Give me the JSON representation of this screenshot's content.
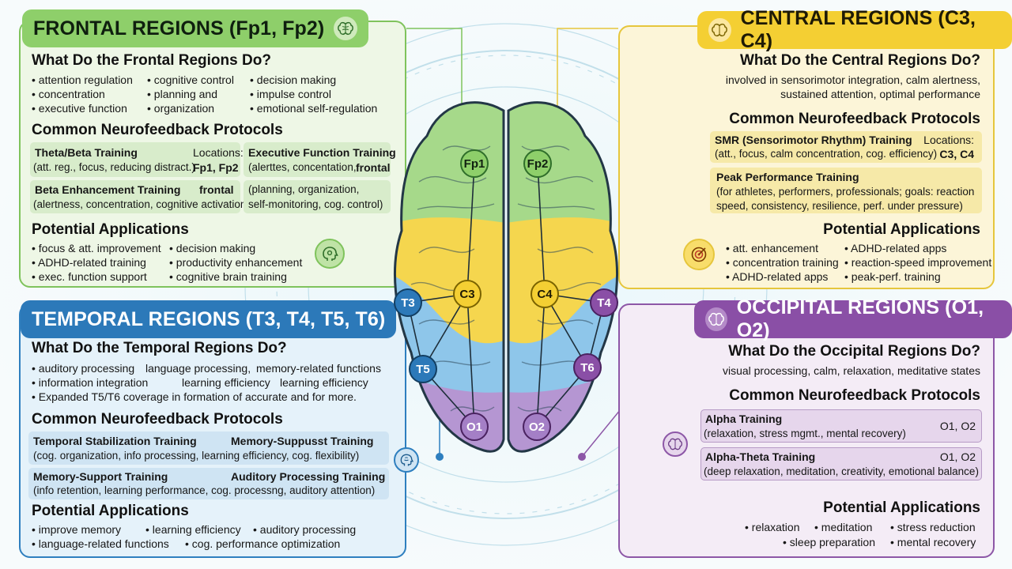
{
  "frontal": {
    "title": "FRONTAL REGIONS (Fp1, Fp2)",
    "q": "What Do the Frontal Regions Do?",
    "functions": [
      "• attention regulation",
      "• cognitive control",
      "• decision making",
      "• concentration",
      "• planning and",
      "• impulse control",
      "• executive function",
      "• organization",
      "• emotional self-regulation"
    ],
    "protocols_heading": "Common Neurofeedback Protocols",
    "p1_name": "Theta/Beta Training",
    "p1_loc_label": "Locations:",
    "p1_desc": "(att. reg., focus, reducing distract.)",
    "p1_loc": "Fp1, Fp2",
    "p2_name": "Executive Function Training",
    "p2_desc_a": "(alerttes, concentation,",
    "p2_desc_b": "frontal",
    "p3_name": "Beta Enhancement Training",
    "p3_loc": "frontal",
    "p3_desc": "(alertness, concentration, cognitive activation)",
    "p4_desc_1": "(planning, organization,",
    "p4_desc_2": "self-monitoring, cog. control)",
    "apps_heading": "Potential Applications",
    "apps": [
      "• focus & att. improvement",
      "• decision making",
      "• ADHD-related training",
      "• productivity enhancement",
      "• exec. function support",
      "• cognitive brain training"
    ]
  },
  "central": {
    "title": "CENTRAL REGIONS (C3, C4)",
    "q": "What Do the Central Regions Do?",
    "desc_1": "involved in sensorimotor integration, calm alertness,",
    "desc_2": "sustained attention, optimal performance",
    "protocols_heading": "Common Neurofeedback Protocols",
    "p1_name": "SMR (Sensorimotor Rhythm) Training",
    "p1_loc_label": "Locations:",
    "p1_desc": "(att., focus, calm concentration, cog. efficiency)",
    "p1_loc": "C3, C4",
    "p2_name": "Peak Performance Training",
    "p2_desc_1": "(for athletes, performers, professionals; goals: reaction",
    "p2_desc_2": "speed, consistency, resilience, perf. under pressure)",
    "apps_heading": "Potential Applications",
    "apps": [
      "• att. enhancement",
      "• ADHD-related apps",
      "• concentration training",
      "• reaction-speed improvement",
      "• ADHD-related apps",
      "• peak-perf. training"
    ]
  },
  "temporal": {
    "title": "TEMPORAL REGIONS (T3, T4, T5, T6)",
    "q": "What Do the Temporal Regions Do?",
    "functions": [
      "• auditory processing",
      "language processing,",
      "memory-related functions",
      "• information integration",
      "learning efficiency",
      "learning efficiency"
    ],
    "note": "• Expanded T5/T6 coverage in formation of accurate and for more.",
    "protocols_heading": "Common Neurofeedback Protocols",
    "p1_name": "Temporal Stabilization Training",
    "p2_name": "Memory-Suppusst Training",
    "p1_desc": "(cog. organization, info processing, learning efficiency, cog. flexibility)",
    "p3_name": "Memory-Support Training",
    "p4_name": "Auditory Processing Training",
    "p3_desc": "(info retention, learning performance, cog. processng, auditory attention)",
    "apps_heading": "Potential Applications",
    "apps": [
      "• improve memory",
      "• learning efficiency",
      "• auditory processing",
      "• language-related functions",
      "• cog. performance optimization"
    ]
  },
  "occipital": {
    "title": "OCCIPITAL REGIONS (O1, O2)",
    "q": "What Do the Occipital Regions Do?",
    "desc": "visual processing, calm, relaxation, meditative states",
    "protocols_heading": "Common Neurofeedback Protocols",
    "p1_name": "Alpha Training",
    "p1_desc": "(relaxation, stress mgmt., mental recovery)",
    "p1_loc": "O1, O2",
    "p2_name": "Alpha-Theta Training",
    "p2_desc": "(deep relaxation, meditation, creativity, emotional balance)",
    "p2_loc": "O1, O2",
    "apps_heading": "Potential Applications",
    "apps": [
      "• relaxation",
      "• meditation",
      "• stress reduction",
      "• sleep preparation",
      "• mental recovery"
    ]
  },
  "electrodes": {
    "fp1": "Fp1",
    "fp2": "Fp2",
    "c3": "C3",
    "c4": "C4",
    "t3": "T3",
    "t4": "T4",
    "t5": "T5",
    "t6": "T6",
    "o1": "O1",
    "o2": "O2"
  },
  "colors": {
    "frontal": "#8ecf6a",
    "central": "#f4cf33",
    "temporal": "#2c79b9",
    "occipital": "#8a4fa6",
    "brain_temporal": "#8ec6ea"
  },
  "icons": {
    "frontal": "brain-icon",
    "central": "brain-icon",
    "temporal": "brain-icon",
    "occipital": "brain-icon",
    "frontal_app": "head-gear-icon",
    "central_app": "target-icon",
    "temporal_protocol": "head-icon",
    "occipital_protocol": "brain-icon"
  }
}
